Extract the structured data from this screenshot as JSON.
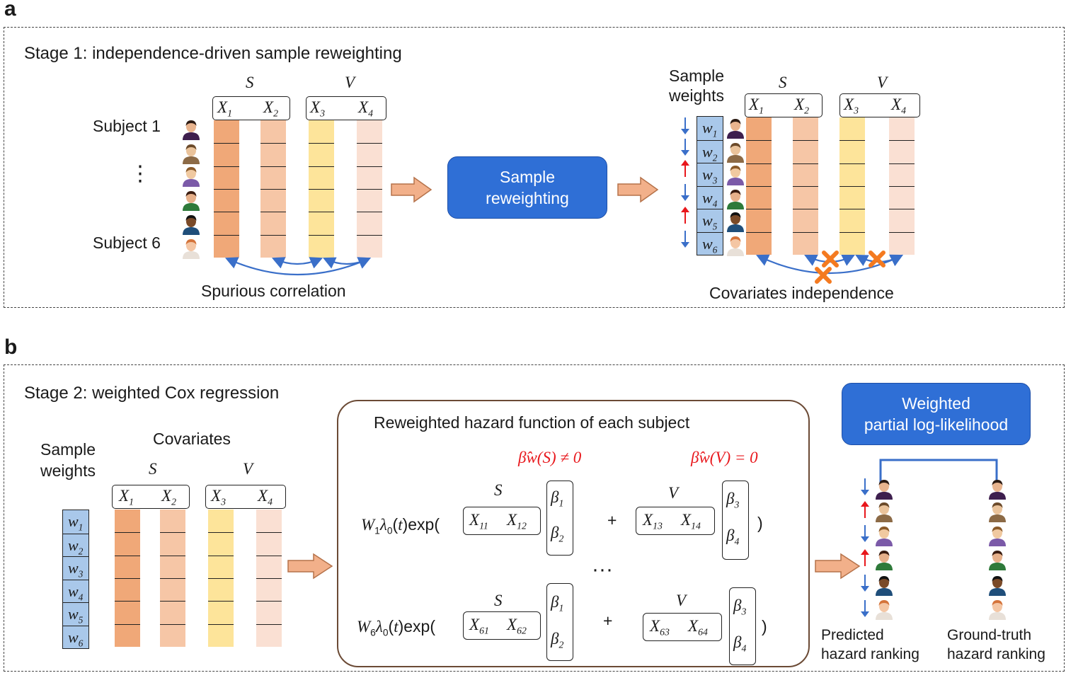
{
  "panel_a": {
    "letter": "a",
    "title": "Stage 1: independence-driven sample reweighting",
    "subject_first": "Subject 1",
    "subject_last": "Subject 6",
    "ellipsis": "⋮",
    "group_s": "S",
    "group_v": "V",
    "covariates": [
      "X1",
      "X2",
      "X3",
      "X4"
    ],
    "process_box": "Sample\nreweighting",
    "weights_label": "Sample\nweights",
    "weights": [
      "w1",
      "w2",
      "w3",
      "w4",
      "w5",
      "w6"
    ],
    "left_caption": "Spurious correlation",
    "right_caption": "Covariates independence"
  },
  "panel_b": {
    "letter": "b",
    "title": "Stage 2: weighted Cox regression",
    "weights_label": "Sample\nweights",
    "covariates_label": "Covariates",
    "group_s": "S",
    "group_v": "V",
    "hazard_box_title": "Reweighted hazard function of each subject",
    "beta_s": "β̂w(S) ≠ 0",
    "beta_v": "β̂w(V) = 0",
    "dots": "···",
    "likelihood_box": "Weighted\npartial log-likelihood",
    "predicted_label": "Predicted\nhazard ranking",
    "truth_label": "Ground-truth\nhazard ranking"
  },
  "colors": {
    "col1": "#f0a878",
    "col2": "#f6c6a6",
    "col3": "#fde49a",
    "col4": "#fae0d3",
    "blue_box": "#2f6fd6",
    "weight_box": "#a9c8ea",
    "arrow_blue": "#3a6fc9",
    "arrow_red": "#e8171c",
    "cross": "#f47a20",
    "brown_border": "#6b4a35"
  }
}
